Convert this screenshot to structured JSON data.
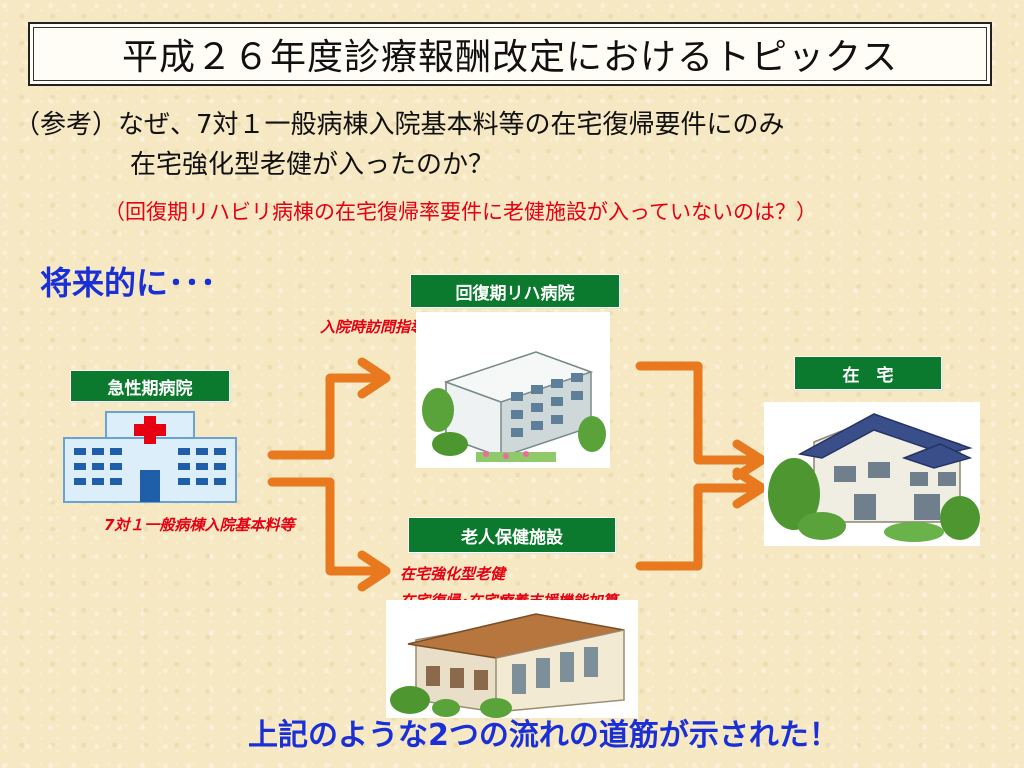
{
  "slide": {
    "title": "平成２６年度診療報酬改定におけるトピックス",
    "question_line1": "（参考）なぜ、7対１一般病棟入院基本料等の在宅復帰要件にのみ",
    "question_line2": "在宅強化型老健が入ったのか？",
    "red_note": "（回復期リハビリ病棟の在宅復帰率要件に老健施設が入っていないのは？）",
    "future_heading": "将来的に･･･",
    "conclusion": "上記のような2つの流れの道筋が示された！"
  },
  "diagram": {
    "acute_label": "急性期病院",
    "acute_caption": "7対１一般病棟入院基本料等",
    "rehab_label": "回復期リハ病院",
    "rehab_caption": "入院時訪問指導加算",
    "roken_label": "老人保健施設",
    "roken_caption_line1": "在宅強化型老健",
    "roken_caption_line2": "在宅復帰･在宅療養支援機能加算",
    "home_label": "在　宅"
  },
  "colors": {
    "arrow": "#e8791e",
    "label_green": "#0b7a2e",
    "accent_red": "#e60012",
    "heading_blue": "#1a2fd6"
  },
  "icons": [
    "hospital-icon",
    "rehab-building-icon",
    "nursing-facility-icon",
    "house-icon"
  ]
}
